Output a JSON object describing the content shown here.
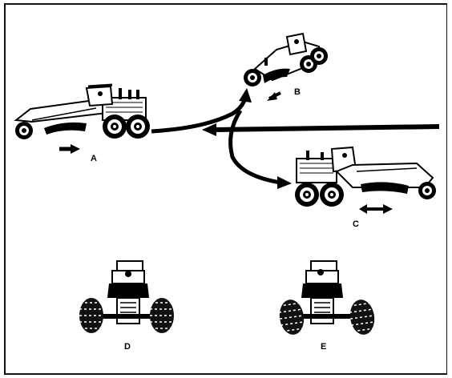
{
  "figure": {
    "labels": {
      "a": "A",
      "b": "B",
      "c": "C",
      "d": "D",
      "e": "E"
    },
    "colors": {
      "ink": "#000000",
      "paper": "#ffffff"
    }
  }
}
